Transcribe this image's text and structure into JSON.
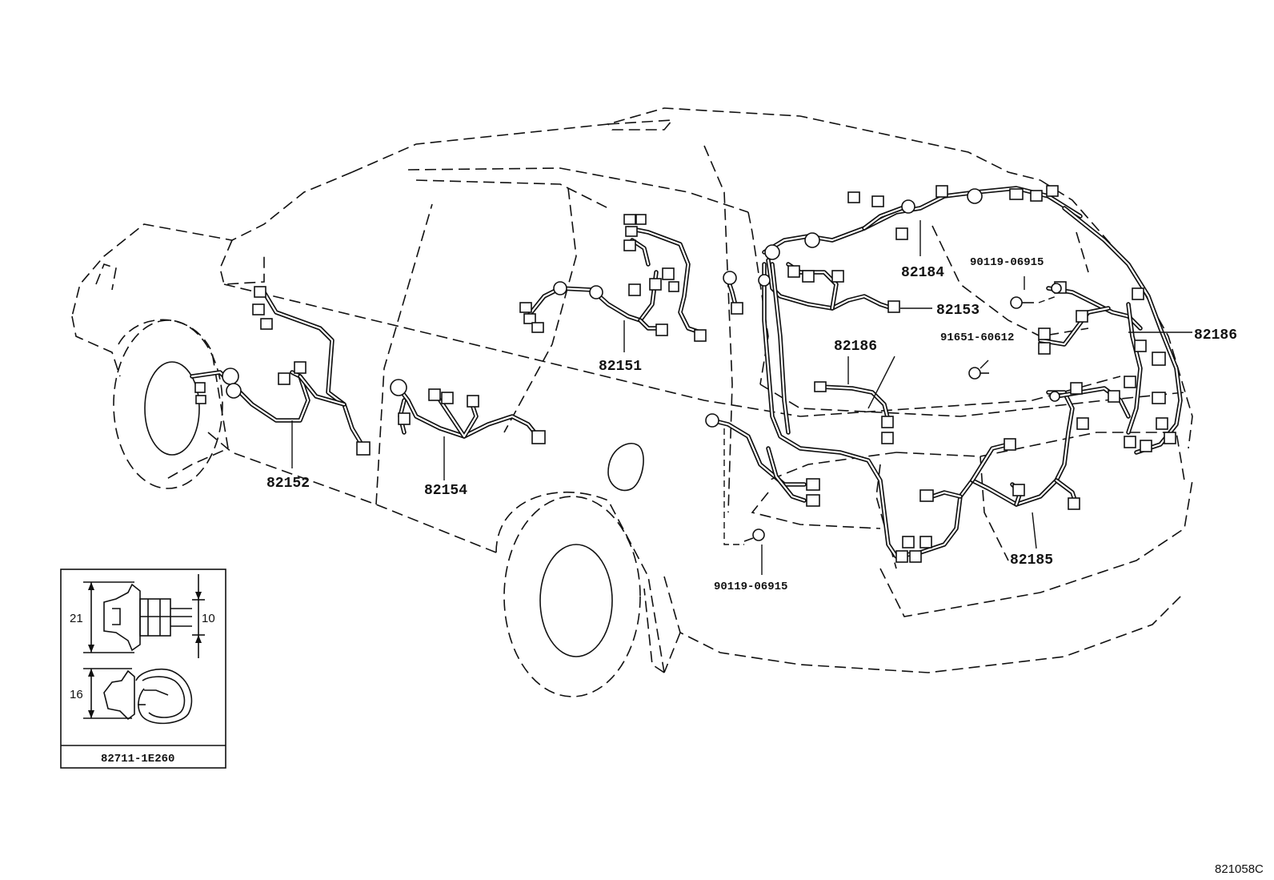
{
  "diagram_id": "821058C",
  "part_labels": {
    "p82151": "82151",
    "p82152": "82152",
    "p82154": "82154",
    "p82184": "82184",
    "p82153": "82153",
    "p82186_center": "82186",
    "p82186_right": "82186",
    "p82185": "82185",
    "bolt_top": "90119-06915",
    "nut": "91651-60612",
    "bolt_bottom": "90119-06915"
  },
  "clip_inset": {
    "part_number": "82711-1E260",
    "dim_height_a": "21",
    "dim_height_b": "10",
    "dim_height_c": "16"
  }
}
